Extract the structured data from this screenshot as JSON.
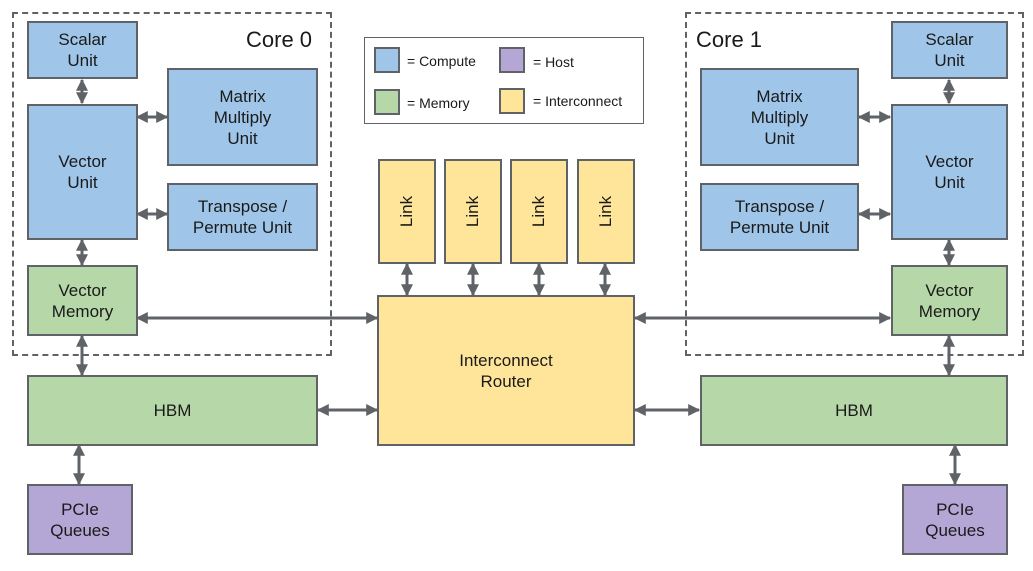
{
  "legend": {
    "items": [
      {
        "label": "= Compute",
        "color": "#9fc5e8"
      },
      {
        "label": "= Host",
        "color": "#b4a7d6"
      },
      {
        "label": "= Memory",
        "color": "#b6d7a8"
      },
      {
        "label": "= Interconnect",
        "color": "#ffe599"
      }
    ]
  },
  "colors": {
    "compute": "#9fc5e8",
    "memory": "#b6d7a8",
    "host": "#b4a7d6",
    "interconnect": "#ffe599",
    "border": "#5f6368"
  },
  "core0": {
    "title": "Core 0",
    "scalar_unit": "Scalar\nUnit",
    "vector_unit": "Vector\nUnit",
    "matrix_unit": "Matrix\nMultiply\nUnit",
    "transpose_unit": "Transpose /\nPermute Unit",
    "vector_memory": "Vector\nMemory"
  },
  "core1": {
    "title": "Core 1",
    "scalar_unit": "Scalar\nUnit",
    "vector_unit": "Vector\nUnit",
    "matrix_unit": "Matrix\nMultiply\nUnit",
    "transpose_unit": "Transpose /\nPermute Unit",
    "vector_memory": "Vector\nMemory"
  },
  "left": {
    "hbm": "HBM",
    "pcie": "PCIe\nQueues"
  },
  "right": {
    "hbm": "HBM",
    "pcie": "PCIe\nQueues"
  },
  "interconnect": {
    "links": [
      "Link",
      "Link",
      "Link",
      "Link"
    ],
    "router": "Interconnect\nRouter"
  }
}
